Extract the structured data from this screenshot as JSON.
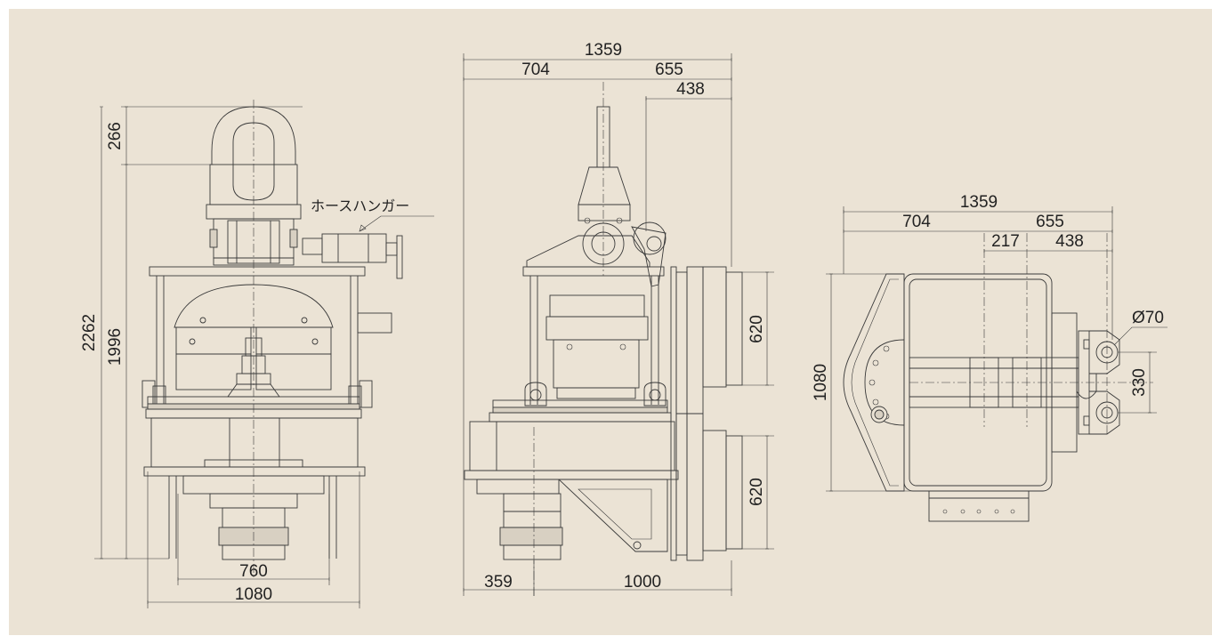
{
  "front_view": {
    "height_total": "2262",
    "height_body": "1996",
    "height_top": "266",
    "width_inner": "760",
    "width_outer": "1080",
    "hose_hanger_label": "ホースハンガー"
  },
  "side_view": {
    "width_total": "1359",
    "width_left": "704",
    "width_right": "655",
    "width_offset": "438",
    "clamp_upper": "620",
    "clamp_lower": "620",
    "base_left": "359",
    "base_right": "1000"
  },
  "top_view": {
    "width_total": "1359",
    "width_left": "704",
    "width_right": "655",
    "width_mid": "217",
    "width_offset": "438",
    "depth": "1080",
    "pin_spacing": "330",
    "pin_diameter": "Ø70"
  }
}
